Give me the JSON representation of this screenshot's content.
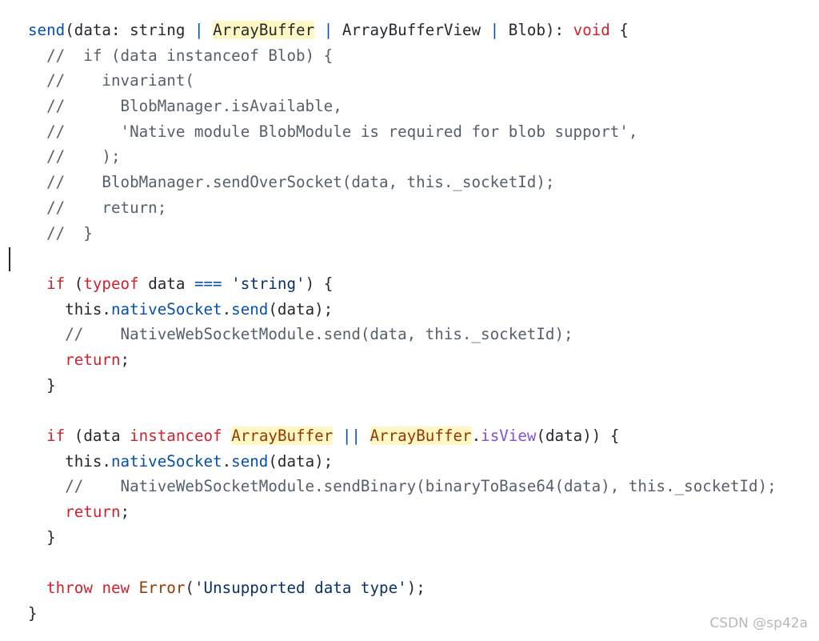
{
  "code_lines": [
    [
      [
        "t-fn",
        "send"
      ],
      [
        "t-plain",
        "(data: string "
      ],
      [
        "t-op",
        "|"
      ],
      [
        "t-plain",
        " "
      ],
      [
        "t-hl",
        "ArrayBuffer"
      ],
      [
        "t-plain",
        " "
      ],
      [
        "t-op",
        "|"
      ],
      [
        "t-plain",
        " ArrayBufferView "
      ],
      [
        "t-op",
        "|"
      ],
      [
        "t-plain",
        " Blob): "
      ],
      [
        "t-kw",
        "void"
      ],
      [
        "t-plain",
        " {"
      ]
    ],
    [
      [
        "t-cmt",
        "  //  if (data instanceof Blob) {"
      ]
    ],
    [
      [
        "t-cmt",
        "  //    invariant("
      ]
    ],
    [
      [
        "t-cmt",
        "  //      BlobManager.isAvailable,"
      ]
    ],
    [
      [
        "t-cmt",
        "  //      'Native module BlobModule is required for blob support',"
      ]
    ],
    [
      [
        "t-cmt",
        "  //    );"
      ]
    ],
    [
      [
        "t-cmt",
        "  //    BlobManager.sendOverSocket(data, this._socketId);"
      ]
    ],
    [
      [
        "t-cmt",
        "  //    return;"
      ]
    ],
    [
      [
        "t-cmt",
        "  //  }"
      ]
    ],
    [],
    [
      [
        "t-plain",
        "  "
      ],
      [
        "t-kw",
        "if"
      ],
      [
        "t-plain",
        " ("
      ],
      [
        "t-kw",
        "typeof"
      ],
      [
        "t-plain",
        " data "
      ],
      [
        "t-op",
        "==="
      ],
      [
        "t-plain",
        " "
      ],
      [
        "t-str",
        "'string'"
      ],
      [
        "t-plain",
        ") {"
      ]
    ],
    [
      [
        "t-plain",
        "    this."
      ],
      [
        "t-prop",
        "nativeSocket"
      ],
      [
        "t-plain",
        "."
      ],
      [
        "t-fn",
        "send"
      ],
      [
        "t-plain",
        "(data);"
      ]
    ],
    [
      [
        "t-cmt",
        "    //    NativeWebSocketModule.send(data, this._socketId);"
      ]
    ],
    [
      [
        "t-plain",
        "    "
      ],
      [
        "t-kw",
        "return"
      ],
      [
        "t-plain",
        ";"
      ]
    ],
    [
      [
        "t-plain",
        "  }"
      ]
    ],
    [],
    [
      [
        "t-plain",
        "  "
      ],
      [
        "t-kw",
        "if"
      ],
      [
        "t-plain",
        " (data "
      ],
      [
        "t-kw",
        "instanceof"
      ],
      [
        "t-plain",
        " "
      ],
      [
        "t-hl-type",
        "ArrayBuffer"
      ],
      [
        "t-plain",
        " "
      ],
      [
        "t-op",
        "||"
      ],
      [
        "t-plain",
        " "
      ],
      [
        "t-hl-type",
        "ArrayBuffer"
      ],
      [
        "t-plain",
        "."
      ],
      [
        "t-fn2",
        "isView"
      ],
      [
        "t-plain",
        "(data)) {"
      ]
    ],
    [
      [
        "t-plain",
        "    this."
      ],
      [
        "t-prop",
        "nativeSocket"
      ],
      [
        "t-plain",
        "."
      ],
      [
        "t-fn",
        "send"
      ],
      [
        "t-plain",
        "(data);"
      ]
    ],
    [
      [
        "t-cmt",
        "    //    NativeWebSocketModule.sendBinary(binaryToBase64(data), this._socketId);"
      ]
    ],
    [
      [
        "t-plain",
        "    "
      ],
      [
        "t-kw",
        "return"
      ],
      [
        "t-plain",
        ";"
      ]
    ],
    [
      [
        "t-plain",
        "  }"
      ]
    ],
    [],
    [
      [
        "t-plain",
        "  "
      ],
      [
        "t-kw",
        "throw"
      ],
      [
        "t-plain",
        " "
      ],
      [
        "t-kw",
        "new"
      ],
      [
        "t-plain",
        " "
      ],
      [
        "t-type",
        "Error"
      ],
      [
        "t-plain",
        "("
      ],
      [
        "t-str",
        "'Unsupported data type'"
      ],
      [
        "t-plain",
        ");"
      ]
    ],
    [
      [
        "t-plain",
        "}"
      ]
    ]
  ],
  "watermark": "CSDN @sp42a"
}
